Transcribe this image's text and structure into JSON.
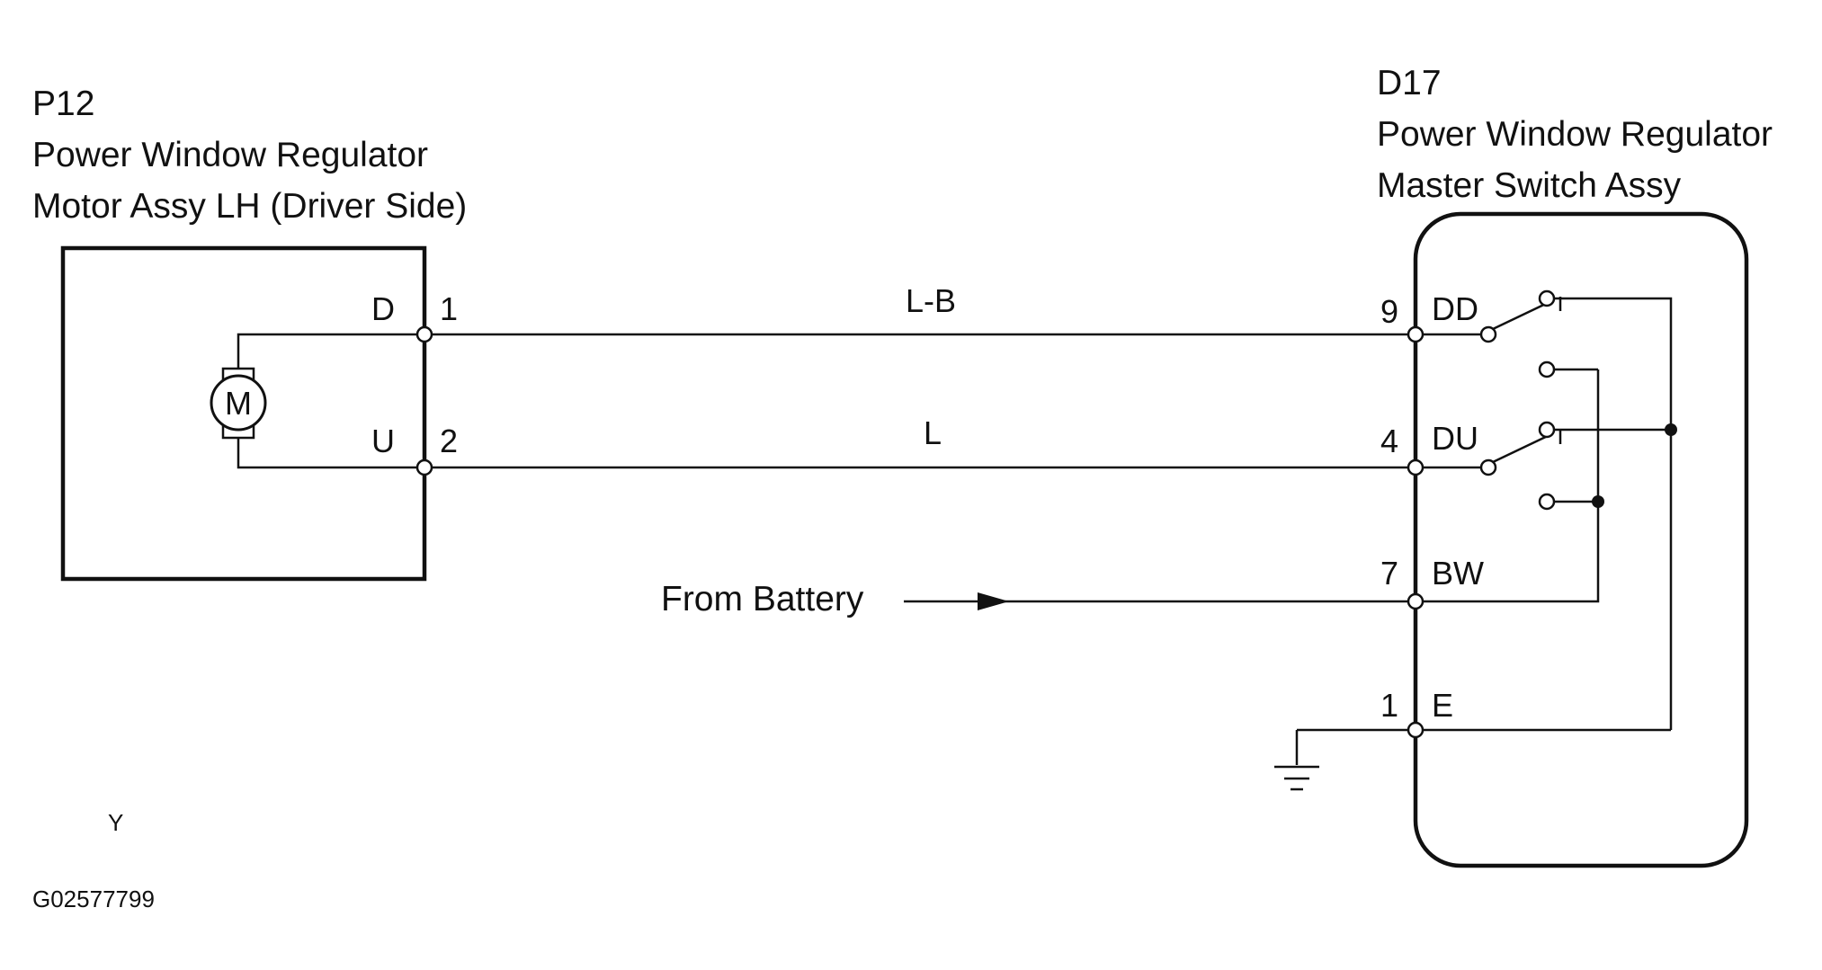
{
  "left_component": {
    "code": "P12",
    "name_line1": "Power Window Regulator",
    "name_line2": "Motor Assy LH (Driver Side)",
    "motor_symbol": "M",
    "pins": [
      {
        "name": "D",
        "number": "1"
      },
      {
        "name": "U",
        "number": "2"
      }
    ]
  },
  "right_component": {
    "code": "D17",
    "name_line1": "Power Window Regulator",
    "name_line2": "Master Switch Assy",
    "pins": [
      {
        "number": "9",
        "name": "DD"
      },
      {
        "number": "4",
        "name": "DU"
      },
      {
        "number": "7",
        "name": "BW"
      },
      {
        "number": "1",
        "name": "E"
      }
    ]
  },
  "wires": [
    {
      "color_code": "L-B"
    },
    {
      "color_code": "L"
    }
  ],
  "battery_label": "From Battery",
  "corner_mark": "Y",
  "figure_id": "G02577799"
}
